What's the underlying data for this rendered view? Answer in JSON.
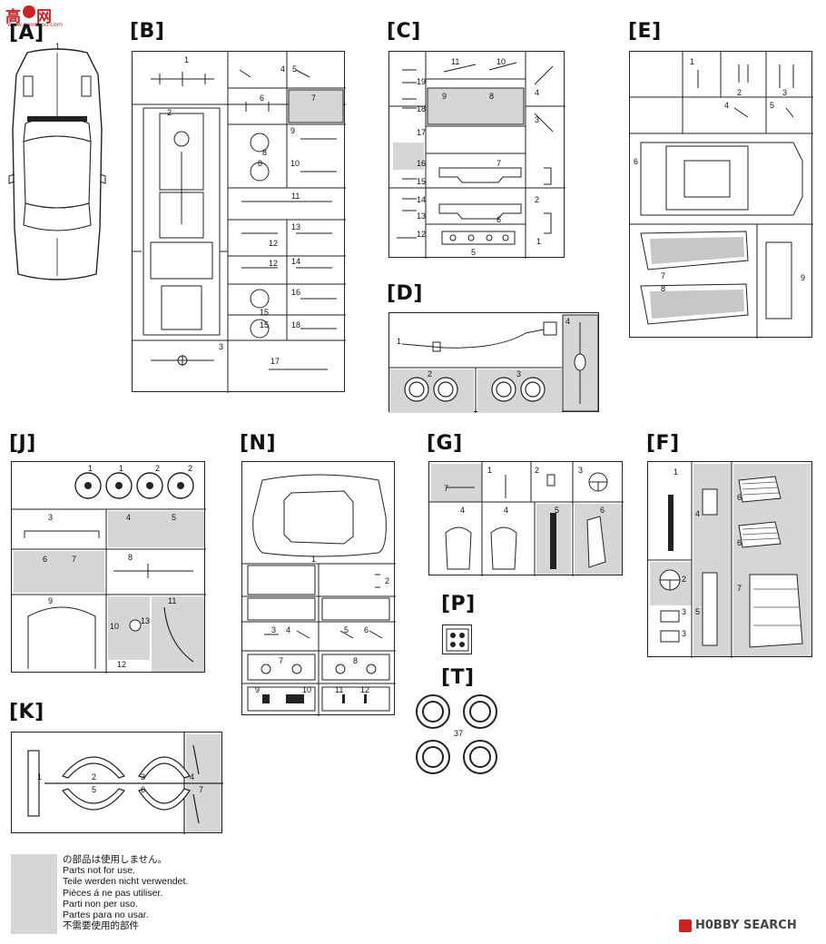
{
  "watermark_tl": {
    "line1": "高",
    "line2": "网",
    "url": "www.gaoshou.com"
  },
  "watermark_br": {
    "brand": "H0BBY SEARCH"
  },
  "sections": {
    "A": {
      "label": "[A]",
      "parts": [
        "1"
      ]
    },
    "B": {
      "label": "[B]",
      "parts": [
        "1",
        "2",
        "3",
        "4",
        "5",
        "6",
        "7",
        "8",
        "8",
        "9",
        "10",
        "11",
        "12",
        "12",
        "13",
        "14",
        "15",
        "15",
        "16",
        "17",
        "18"
      ]
    },
    "C": {
      "label": "[C]",
      "parts": [
        "1",
        "2",
        "3",
        "4",
        "5",
        "6",
        "7",
        "8",
        "9",
        "10",
        "11",
        "12",
        "13",
        "14",
        "15",
        "16",
        "17",
        "18",
        "19"
      ]
    },
    "D": {
      "label": "[D]",
      "parts": [
        "1",
        "2",
        "3",
        "4"
      ]
    },
    "E": {
      "label": "[E]",
      "parts": [
        "1",
        "2",
        "3",
        "4",
        "5",
        "6",
        "7",
        "8",
        "9"
      ]
    },
    "J": {
      "label": "[J]",
      "parts": [
        "1",
        "1",
        "2",
        "2",
        "3",
        "4",
        "5",
        "6",
        "7",
        "8",
        "9",
        "10",
        "11",
        "12",
        "13"
      ]
    },
    "N": {
      "label": "[N]",
      "parts": [
        "1",
        "2",
        "3",
        "4",
        "5",
        "6",
        "7",
        "8",
        "9",
        "10",
        "11",
        "12"
      ]
    },
    "G": {
      "label": "[G]",
      "parts": [
        "1",
        "2",
        "3",
        "4",
        "4",
        "5",
        "6",
        "7"
      ]
    },
    "F": {
      "label": "[F]",
      "parts": [
        "1",
        "2",
        "3",
        "3",
        "4",
        "5",
        "6",
        "6",
        "7"
      ]
    },
    "P": {
      "label": "[P]"
    },
    "T": {
      "label": "[T]",
      "parts": [
        "37"
      ]
    },
    "K": {
      "label": "[K]",
      "parts": [
        "1",
        "2",
        "3",
        "4",
        "5",
        "6",
        "7"
      ]
    }
  },
  "legend": {
    "lines": [
      "の部品は使用しません。",
      "Parts not for use.",
      "Teile werden nicht verwendet.",
      "Pièces á ne pas utiliser.",
      "Parti non per uso.",
      "Partes para no usar.",
      "不需要使用的部件"
    ],
    "swatch_color": "#d6d6d6"
  },
  "colors": {
    "ink": "#222222",
    "unused_fill": "#d6d6d6",
    "watermark_red": "#cc2222"
  }
}
